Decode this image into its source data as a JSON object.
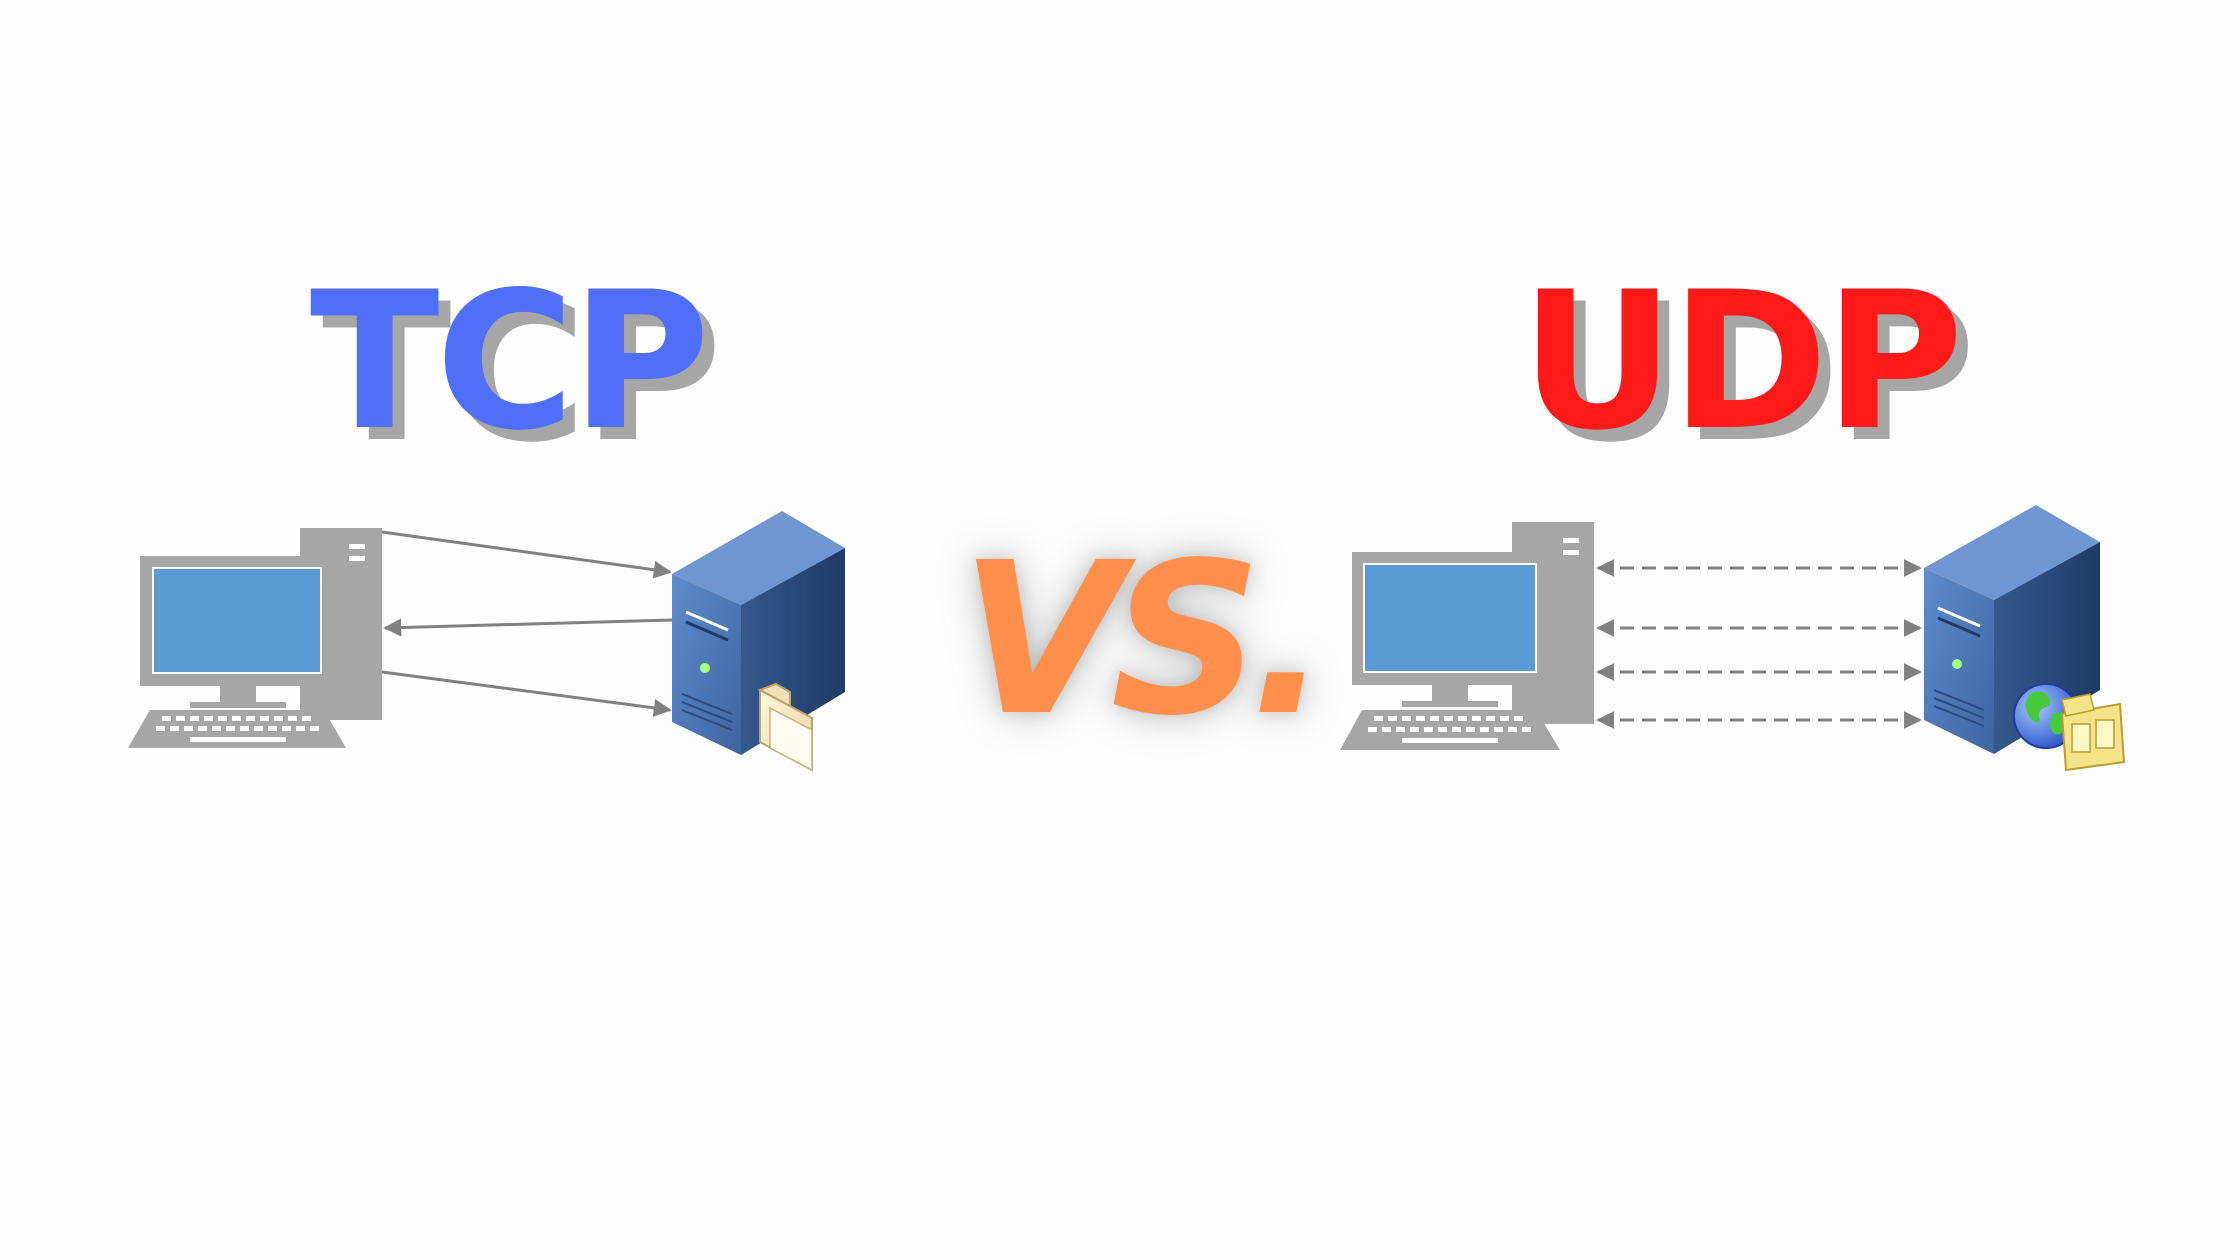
{
  "tcp": {
    "title": "TCP",
    "color": "#4f6ff8"
  },
  "udp": {
    "title": "UDP",
    "color": "#ff1a1a"
  },
  "vs": {
    "label": "VS.",
    "color": "#ff8f4a"
  },
  "colors": {
    "title_shadow": "#a6a6a6",
    "computer_body": "#a6a6a6",
    "computer_screen": "#5b9bd5",
    "server_front": "#4a73b0",
    "server_side": "#2f4f80",
    "connection_line": "#808080"
  },
  "icons": {
    "tcp_client": "desktop-computer-icon",
    "tcp_server": "server-tower-icon",
    "tcp_server_badge": "file-folder-icon",
    "udp_client": "desktop-computer-icon",
    "udp_server": "server-tower-icon",
    "udp_server_badge": "globe-film-icon"
  }
}
